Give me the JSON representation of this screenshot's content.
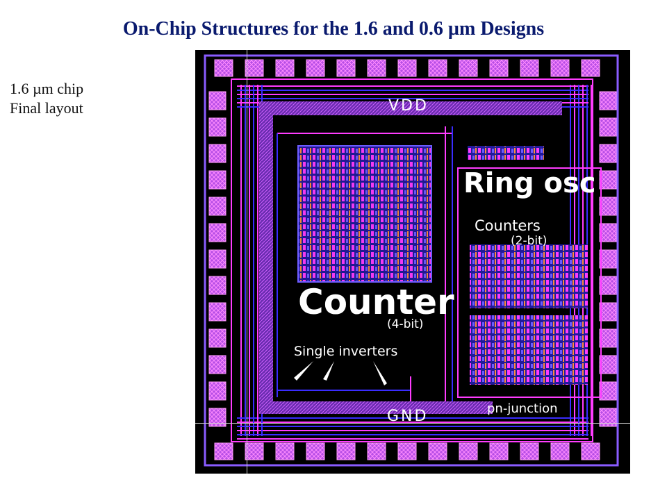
{
  "slide": {
    "title": "On-Chip Structures for the 1.6 and 0.6 µm Designs",
    "side_label_line1": "1.6 µm chip",
    "side_label_line2": "Final layout"
  },
  "chip": {
    "labels": {
      "vdd": "VDD",
      "ring_osc": "Ring osc",
      "counters": "Counters",
      "counters_bits": "(2-bit)",
      "counter": "Counter",
      "counter_bits": "(4-bit)",
      "single_inverters": "Single inverters",
      "pn_junction": "pn-junction",
      "gnd": "GND"
    },
    "colors": {
      "background": "#000000",
      "metal_blue": "#3a2cff",
      "metal_magenta": "#ff3cff",
      "violet": "#b05cff",
      "pad_fill": "#c04de8",
      "frame_line": "#d8d8d8"
    }
  }
}
